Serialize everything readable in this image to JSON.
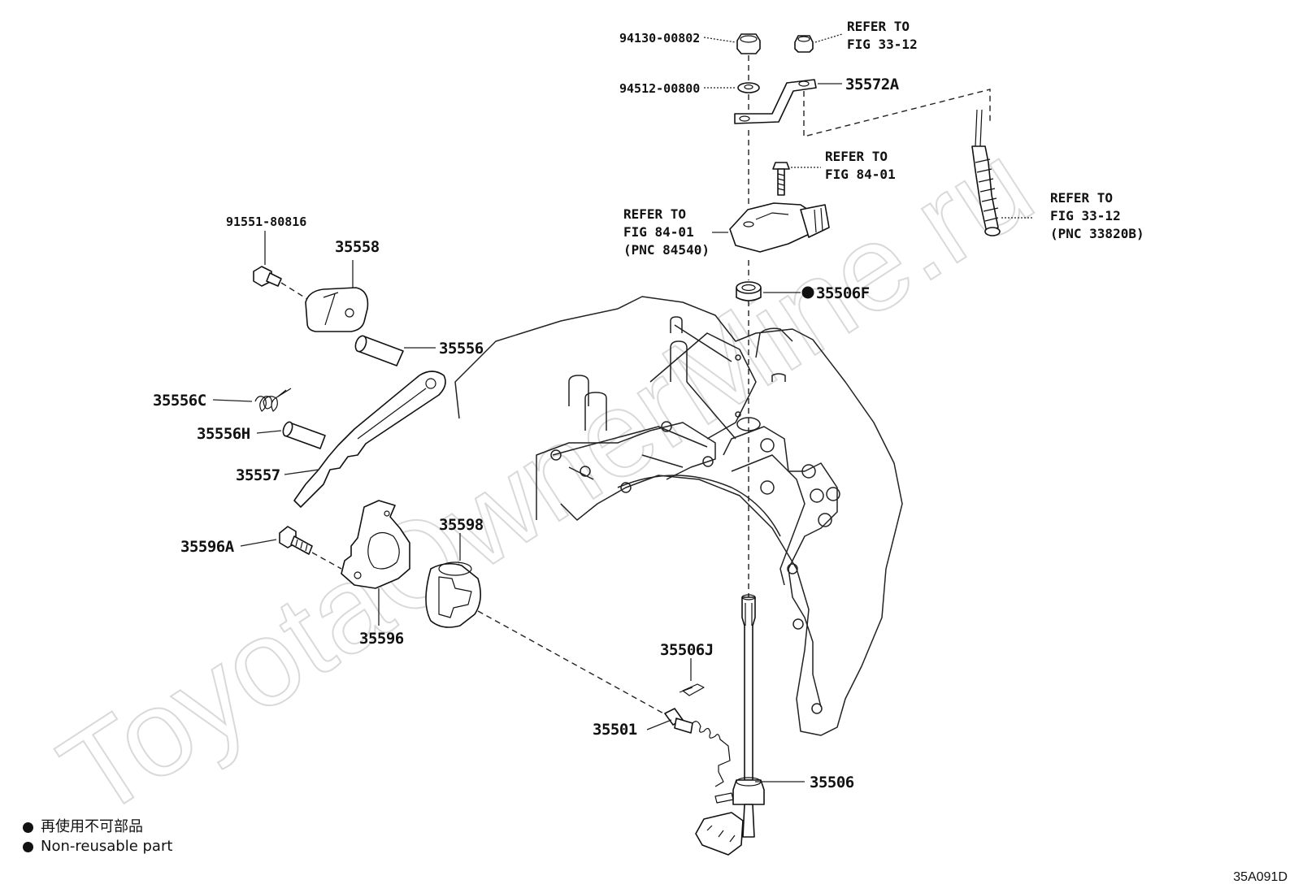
{
  "watermark": "ToyotaOwnerMine.ru",
  "labels": {
    "p94130": "94130-00802",
    "p94512": "94512-00800",
    "p35572A": "35572A",
    "ref_top_1": "REFER TO",
    "ref_top_2": "FIG 33-12",
    "ref_bolt_1": "REFER TO",
    "ref_bolt_2": "FIG 84-01",
    "ref_switch_1": "REFER TO",
    "ref_switch_2": "FIG 84-01",
    "ref_switch_3": "(PNC 84540)",
    "ref_cable_1": "REFER TO",
    "ref_cable_2": "FIG 33-12",
    "ref_cable_3": "(PNC 33820B)",
    "p35506F": "35506F",
    "p91551": "91551-80816",
    "p35558": "35558",
    "p35556": "35556",
    "p35556C": "35556C",
    "p35556H": "35556H",
    "p35557": "35557",
    "p35596A": "35596A",
    "p35598": "35598",
    "p35596": "35596",
    "p35506J": "35506J",
    "p35501": "35501",
    "p35506": "35506"
  },
  "legend": {
    "jp": "再使用不可部品",
    "en": "Non-reusable part"
  },
  "figure_code": "35A091D"
}
